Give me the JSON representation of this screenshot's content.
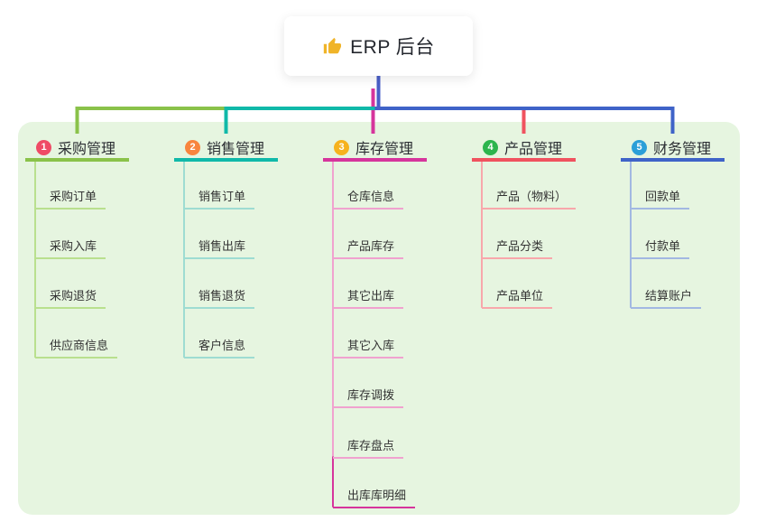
{
  "root": {
    "label": "ERP 后台",
    "icon": "thumbs-up-icon",
    "icon_color": "#f0b429",
    "line_color": "#4a5fc8"
  },
  "panel": {
    "background_color": "#e6f5e0"
  },
  "branches": [
    {
      "index": "1",
      "label": "采购管理",
      "badge_color": "#ef4b66",
      "line_color": "#8ac24a",
      "child_line_color": "#b9e08e",
      "children": [
        "采购订单",
        "采购入库",
        "采购退货",
        "供应商信息"
      ]
    },
    {
      "index": "2",
      "label": "销售管理",
      "badge_color": "#f8853e",
      "line_color": "#10b9a9",
      "child_line_color": "#9edcd2",
      "children": [
        "销售订单",
        "销售出库",
        "销售退货",
        "客户信息"
      ]
    },
    {
      "index": "3",
      "label": "库存管理",
      "badge_color": "#f6b21e",
      "line_color": "#d6359c",
      "child_line_color": "#f0a2cf",
      "children": [
        "仓库信息",
        "产品库存",
        "其它出库",
        "其它入库",
        "库存调拨",
        "库存盘点",
        "出库库明细"
      ]
    },
    {
      "index": "4",
      "label": "产品管理",
      "badge_color": "#2db54e",
      "line_color": "#f0525f",
      "child_line_color": "#f8a7ab",
      "children": [
        "产品（物料）",
        "产品分类",
        "产品单位"
      ]
    },
    {
      "index": "5",
      "label": "财务管理",
      "badge_color": "#2b9fd8",
      "line_color": "#3f63c8",
      "child_line_color": "#a2b8e2",
      "children": [
        "回款单",
        "付款单",
        "结算账户"
      ]
    }
  ]
}
